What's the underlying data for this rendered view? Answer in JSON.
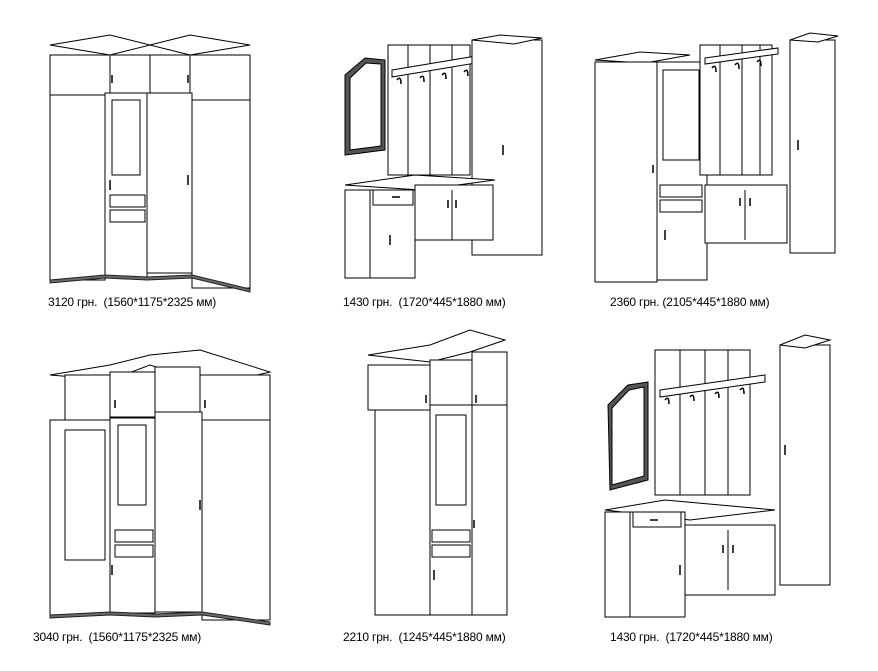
{
  "products": [
    {
      "price": "3120 грн.",
      "dimensions": "(1560*1175*2325 мм)",
      "type": "corner-wardrobe"
    },
    {
      "price": "1430 грн.",
      "dimensions": "(1720*445*1880 мм)",
      "type": "hallway-set"
    },
    {
      "price": "2360 грн.",
      "dimensions": "(2105*445*1880 мм)",
      "type": "hallway-wardrobe-set"
    },
    {
      "price": "3040 грн.",
      "dimensions": "(1560*1175*2325 мм)",
      "type": "corner-wardrobe-open"
    },
    {
      "price": "2210 грн.",
      "dimensions": "(1245*445*1880 мм)",
      "type": "mirror-wardrobe"
    },
    {
      "price": "1430 грн.",
      "dimensions": "(1720*445*1880 мм)",
      "type": "hallway-set"
    }
  ]
}
